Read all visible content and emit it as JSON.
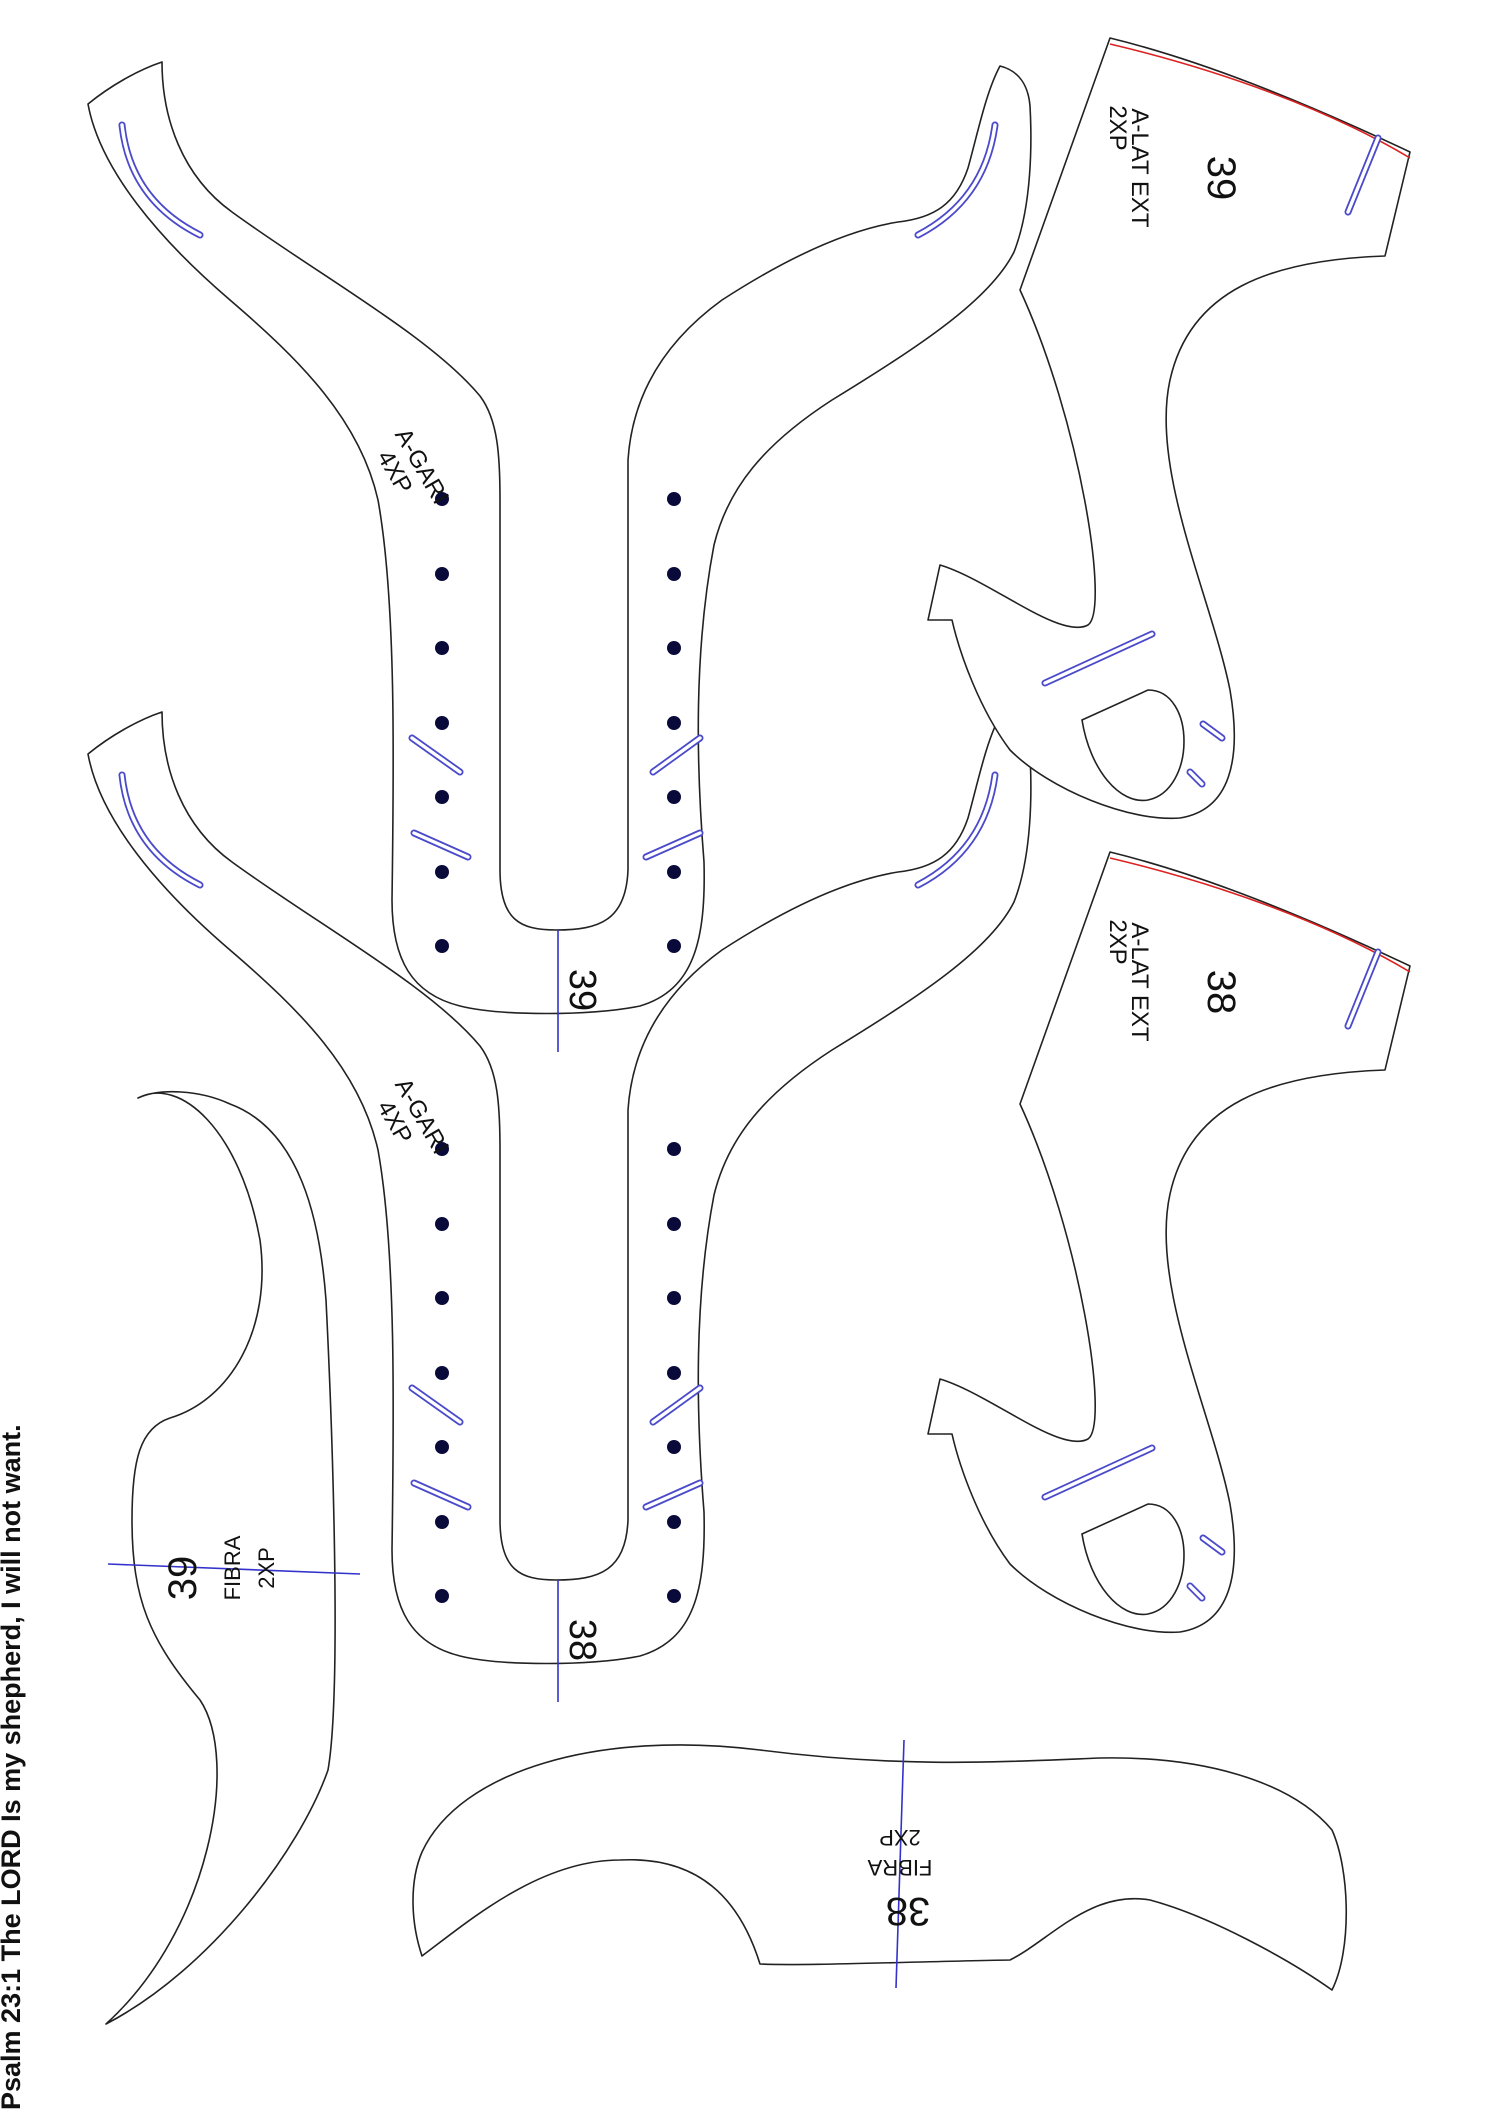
{
  "footer_text": "Psalm 23:1 The LORD Is my shepherd, I will not want.",
  "pieces": [
    {
      "id": "gari-39",
      "size": "39",
      "name": "A-GARI",
      "qty": "4XP"
    },
    {
      "id": "gari-38",
      "size": "38",
      "name": "A-GARI",
      "qty": "4XP"
    },
    {
      "id": "latext-39",
      "size": "39",
      "name": "A-LAT EXT",
      "qty": "2XP"
    },
    {
      "id": "latext-38",
      "size": "38",
      "name": "A-LAT EXT",
      "qty": "2XP"
    },
    {
      "id": "fibra-39",
      "size": "39",
      "name": "FIBRA",
      "qty": "2XP"
    },
    {
      "id": "fibra-38",
      "size": "38",
      "name": "FIBRA",
      "qty": "2XP"
    }
  ],
  "colors": {
    "outline": "#222222",
    "stitch_slot": "#4a4acb",
    "center_axis": "#3333cc",
    "seam_line": "#dd2222",
    "lace_hole": "#0a0a3a"
  }
}
